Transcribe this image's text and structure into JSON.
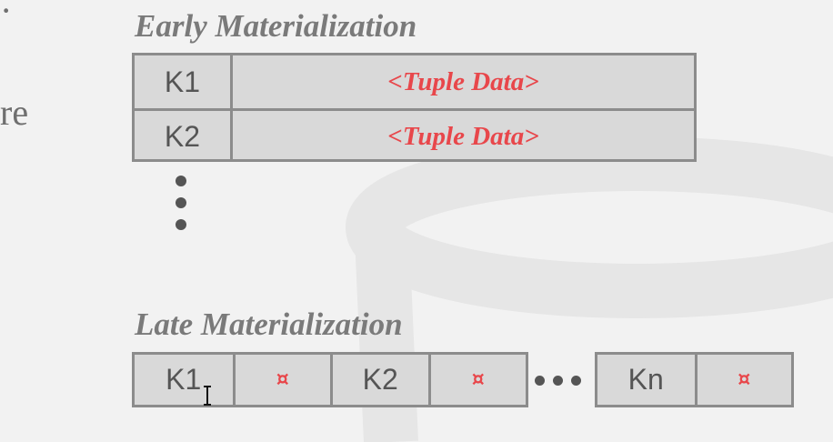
{
  "left_fragments": {
    "top": "·",
    "middle": "re"
  },
  "early": {
    "heading": "Early Materialization",
    "rows": [
      {
        "key": "K1",
        "data": "<Tuple Data>"
      },
      {
        "key": "K2",
        "data": "<Tuple Data>"
      }
    ]
  },
  "late": {
    "heading": "Late Materialization",
    "first_segment": [
      {
        "text": "K1",
        "kind": "key"
      },
      {
        "text": "¤",
        "kind": "pointer"
      },
      {
        "text": "K2",
        "kind": "key"
      },
      {
        "text": "¤",
        "kind": "pointer"
      }
    ],
    "last_segment": [
      {
        "text": "Kn",
        "kind": "key"
      },
      {
        "text": "¤",
        "kind": "pointer"
      }
    ]
  },
  "colors": {
    "accent_red": "#e8474b",
    "cell_fill": "#d9d9d9",
    "cell_border": "#8c8c8c"
  },
  "icons": {
    "ellipsis_vertical": "vertical-ellipsis-icon",
    "ellipsis_horizontal": "horizontal-ellipsis-icon",
    "cursor": "text-cursor-icon"
  }
}
